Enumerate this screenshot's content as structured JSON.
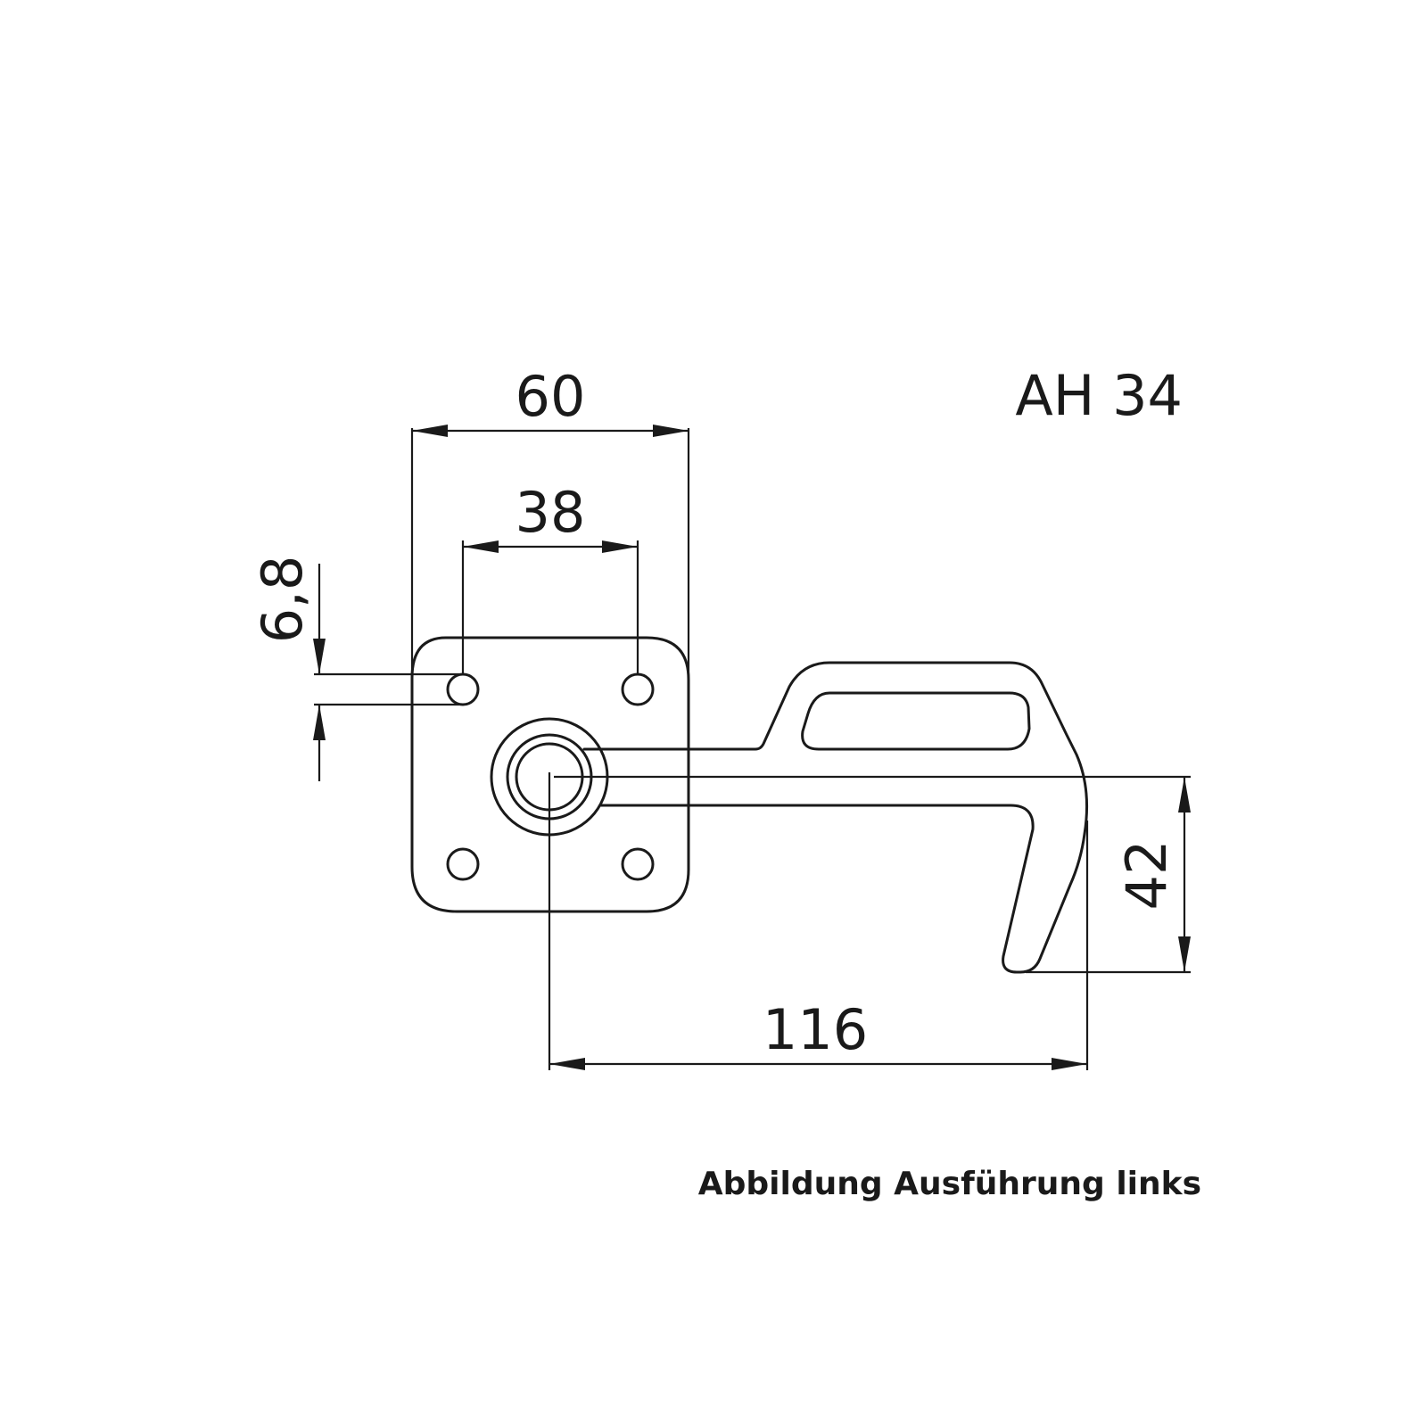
{
  "title": "AH 34",
  "caption": "Abbildung Ausführung links",
  "dimensions": {
    "plate_width": "60",
    "hole_spacing": "38",
    "hole_diameter": "6,8",
    "hook_length": "116",
    "hook_height": "42"
  },
  "colors": {
    "line": "#1a1a1a",
    "background": "#ffffff"
  }
}
